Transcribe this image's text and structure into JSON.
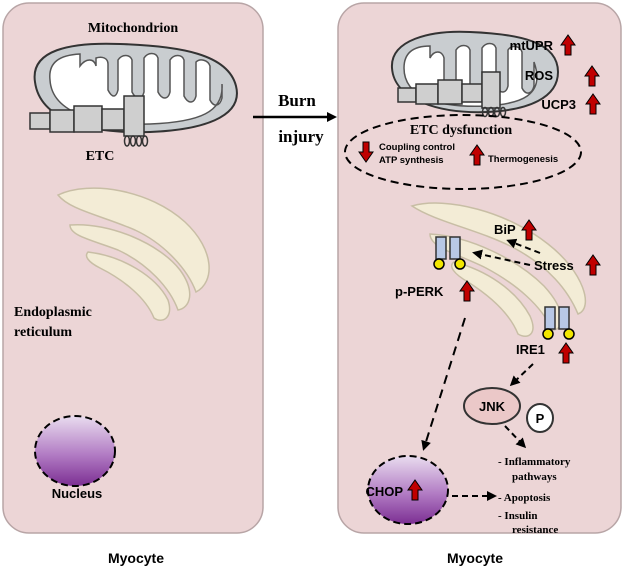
{
  "left_cell": {
    "mito_label": "Mitochondrion",
    "etc_label": "ETC",
    "er_label_1": "Endoplasmic",
    "er_label_2": "reticulum",
    "nucleus_label": "Nucleus",
    "cell_label": "Myocyte"
  },
  "transition": {
    "line1": "Burn",
    "line2": "injury"
  },
  "right_cell": {
    "mtupr": "mtUPR",
    "ros": "ROS",
    "ucp3": "UCP3",
    "etc_dysfunction": "ETC dysfunction",
    "coupling_control": "Coupling control",
    "atp_synthesis": "ATP synthesis",
    "thermogenesis": "Thermogenesis",
    "bip": "BiP",
    "stress": "Stress",
    "p_perk": "p-PERK",
    "ire1": "IRE1",
    "jnk": "JNK",
    "p": "P",
    "chop": "CHOP",
    "outcome_1": "- Inflammatory",
    "outcome_1b": "pathways",
    "outcome_2": "- Apoptosis",
    "outcome_3": "- Insulin",
    "outcome_3b": "resistance",
    "cell_label": "Myocyte"
  },
  "colors": {
    "cell_fill": "#ecd5d6",
    "mito_fill": "#c9cdd0",
    "er_fill": "#f3ecd6",
    "arrow_red": "#c00000",
    "nucleus_purple": "#8a3b9f",
    "jnk_fill": "#ebc8c8",
    "receptor_blue": "#b8c8e6",
    "receptor_yellow": "#f2e600"
  }
}
